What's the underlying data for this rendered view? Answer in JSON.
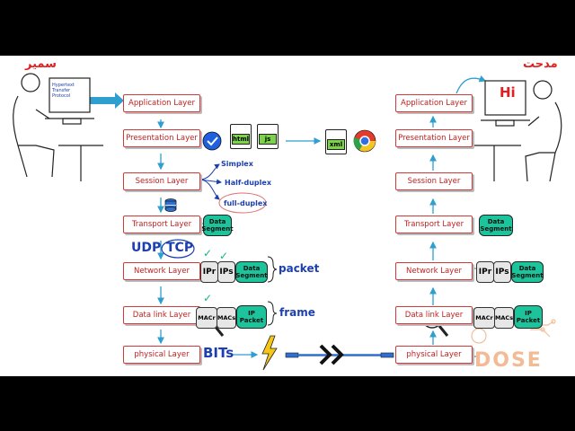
{
  "left_stack": {
    "person_name": "سمير",
    "screen_text": "Hypertext Transfer Protocol",
    "layers": [
      "Application Layer",
      "Presentation Layer",
      "Session Layer",
      "Transport Layer",
      "Network Layer",
      "Data link Layer",
      "physical Layer"
    ]
  },
  "right_stack": {
    "person_name": "مدحت",
    "screen_text": "Hi",
    "layers": [
      "Application Layer",
      "Presentation Layer",
      "Session Layer",
      "Transport Layer",
      "Network Layer",
      "Data link Layer",
      "physical Layer"
    ]
  },
  "presentation": {
    "files": [
      "html",
      "js"
    ],
    "output_file": "xml"
  },
  "session_modes": [
    "Simplex",
    "Half-duplex",
    "full-duplex"
  ],
  "transport": {
    "segment": "Data Segment",
    "protocols": [
      "UDP",
      "TCP"
    ]
  },
  "network": {
    "ipr": "IPr",
    "ips": "IPs",
    "segment": "Data Segment",
    "label": "packet"
  },
  "datalink": {
    "macr": "MACr",
    "macs": "MACs",
    "packet": "IP Packet",
    "label": "frame"
  },
  "physical": {
    "label": "BITs"
  },
  "watermark": "DOSE",
  "colors": {
    "layer_border": "#d23a3a",
    "green_box": "#1bc49a",
    "blue_text": "#1c3fb0",
    "arrow": "#2f9fd0"
  }
}
